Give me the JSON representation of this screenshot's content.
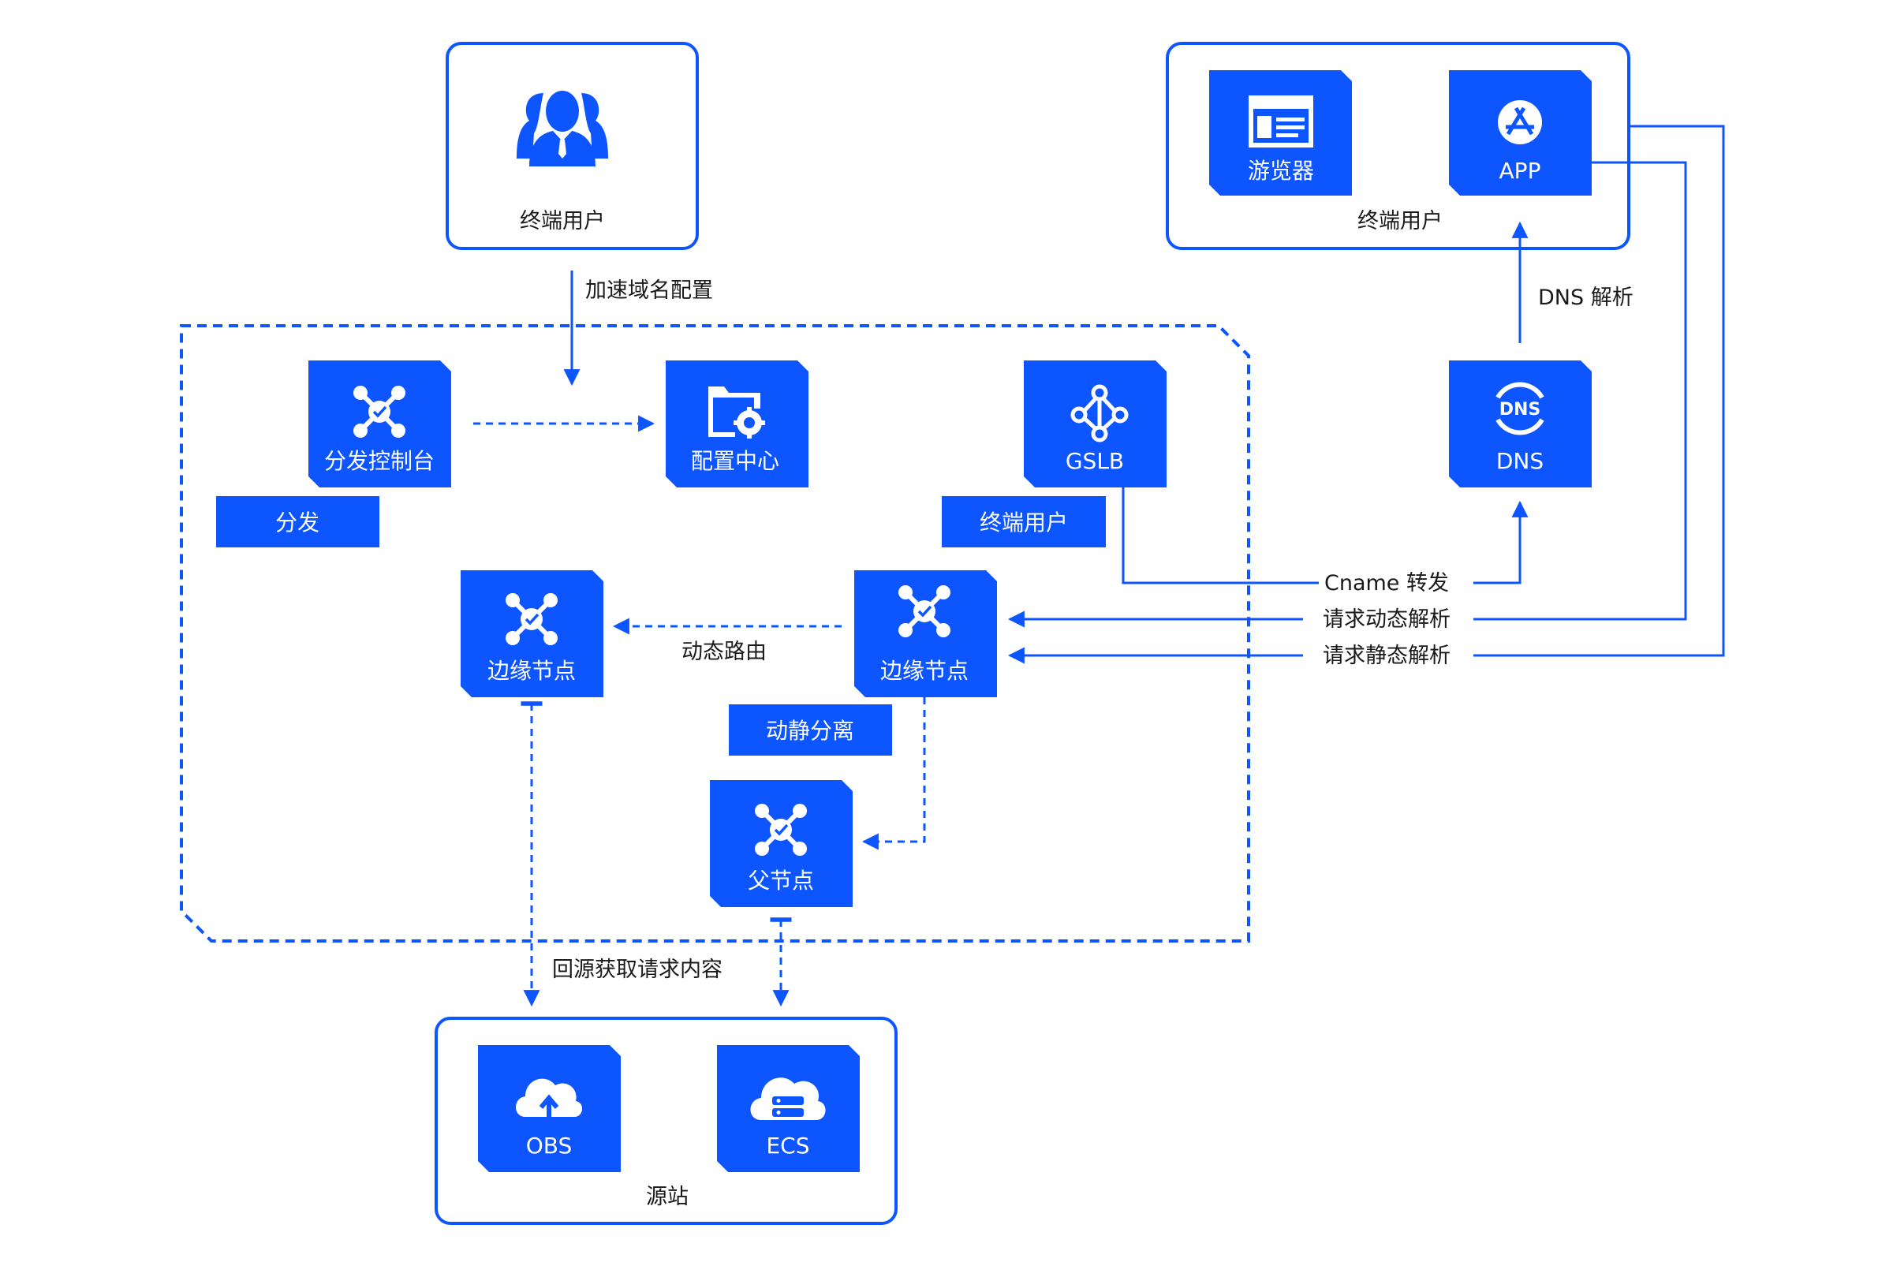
{
  "colors": {
    "accent": "#0c55ff",
    "text": "#1a1a1a",
    "background": "#ffffff"
  },
  "user_top": {
    "label": "终端用户",
    "icon": "users-icon"
  },
  "user_right": {
    "label": "终端用户",
    "browser": {
      "label": "游览器",
      "icon": "browser-window-icon"
    },
    "app": {
      "label": "APP",
      "icon": "app-store-icon"
    }
  },
  "nodes": {
    "console": {
      "label": "分发控制台",
      "icon": "network-node-icon"
    },
    "config": {
      "label": "配置中心",
      "icon": "folder-gear-icon"
    },
    "gslb": {
      "label": "GSLB",
      "icon": "hierarchy-icon"
    },
    "dns": {
      "label": "DNS",
      "icon": "dns-globe-icon"
    },
    "edge_left": {
      "label": "边缘节点",
      "icon": "network-node-icon"
    },
    "edge_right": {
      "label": "边缘节点",
      "icon": "network-node-icon"
    },
    "parent": {
      "label": "父节点",
      "icon": "network-node-icon"
    }
  },
  "tags": {
    "distribute": "分发",
    "end_user": "终端用户",
    "dynamic_static": "动静分离"
  },
  "edges": {
    "domain_config": "加速域名配置",
    "dns_resolve": "DNS 解析",
    "cname": "Cname 转发",
    "dynamic_req": "请求动态解析",
    "static_req": "请求静态解析",
    "dynamic_route": "动态路由",
    "origin_fetch": "回源获取请求内容"
  },
  "origin": {
    "label": "源站",
    "obs": {
      "label": "OBS",
      "icon": "cloud-upload-icon"
    },
    "ecs": {
      "label": "ECS",
      "icon": "cloud-server-icon"
    }
  }
}
